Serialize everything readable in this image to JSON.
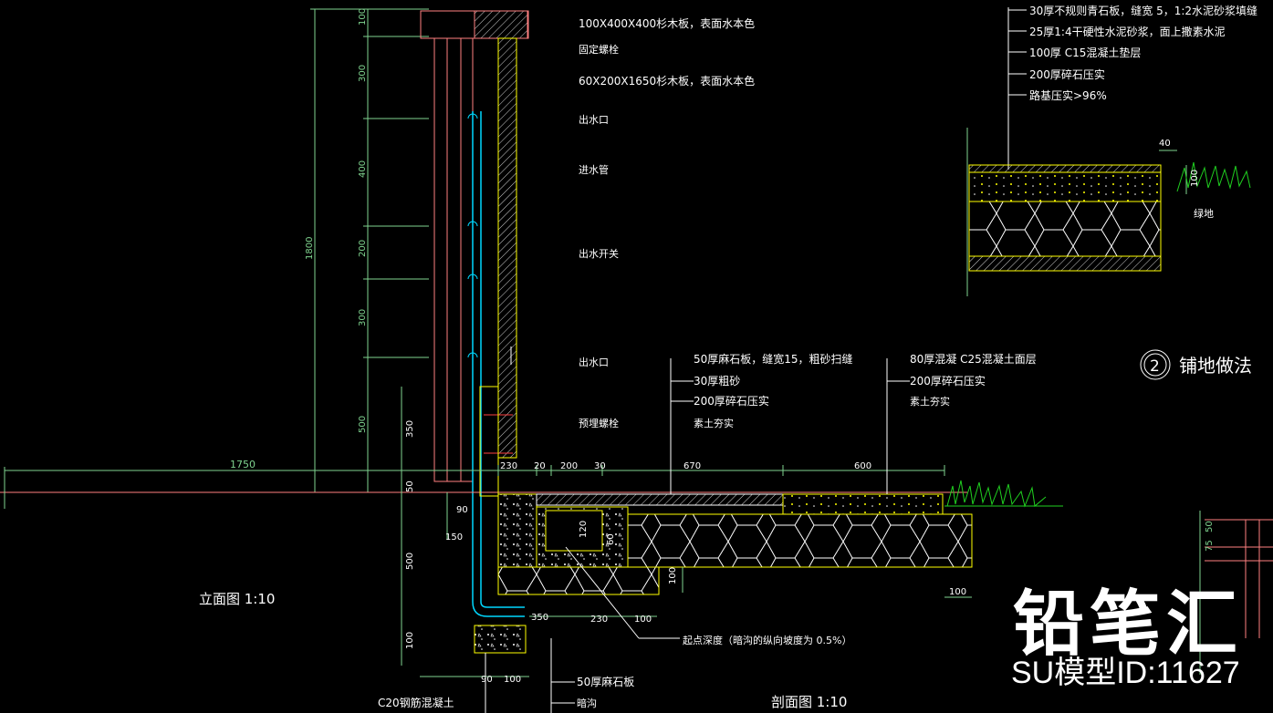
{
  "colors": {
    "background": "#000000",
    "dim_green": "#7fd38f",
    "yellow": "#ffff00",
    "white": "#ffffff",
    "cyan": "#00d8ff",
    "red": "#ff4040",
    "grass": "#20d020"
  },
  "elevation": {
    "title": "立面图 1:10",
    "dims_vertical": [
      "100",
      "300",
      "400",
      "200",
      "300",
      "500",
      "1800"
    ],
    "dim_horizontal": "1750",
    "labels": [
      "100X400X400杉木板，表面水本色",
      "固定螺栓",
      "60X200X1650杉木板，表面水本色",
      "出水口",
      "进水管",
      "出水开关",
      "出水口",
      "预埋螺栓"
    ]
  },
  "section": {
    "title": "剖面图 1:10",
    "dims_top": [
      "230",
      "20",
      "200",
      "30",
      "670",
      "600"
    ],
    "dims_left": [
      "350",
      "50",
      "90",
      "150",
      "500",
      "100"
    ],
    "dims_misc": [
      "120",
      "60",
      "350",
      "230",
      "100",
      "100",
      "100",
      "90",
      "100"
    ],
    "layers_left": [
      "50厚麻石板，缝宽15，粗砂扫缝",
      "30厚粗砂",
      "200厚碎石压实",
      "素土夯实"
    ],
    "layers_right": [
      "80厚混凝 C25混凝土面层",
      "200厚碎石压实",
      "素土夯实"
    ],
    "slope_note": "起点深度（暗沟的纵向坡度为 0.5%）",
    "bottom_labels": [
      "50厚麻石板",
      "暗沟",
      "C20钢筋混凝土"
    ]
  },
  "paving": {
    "number": "2",
    "title": "铺地做法",
    "layers": [
      "30厚不规则青石板，缝宽 5，1:2水泥砂浆填缝",
      "25厚1:4干硬性水泥砂浆，面上撒素水泥",
      "100厚 C15混凝土垫层",
      "200厚碎石压实",
      "路基压实>96%"
    ],
    "dims": [
      "40",
      "100"
    ],
    "grass_label": "绿地"
  },
  "detail_right": {
    "dims": [
      "75",
      "50"
    ]
  },
  "watermark": {
    "brand": "铅笔汇",
    "id_text": "SU模型ID:11627"
  }
}
